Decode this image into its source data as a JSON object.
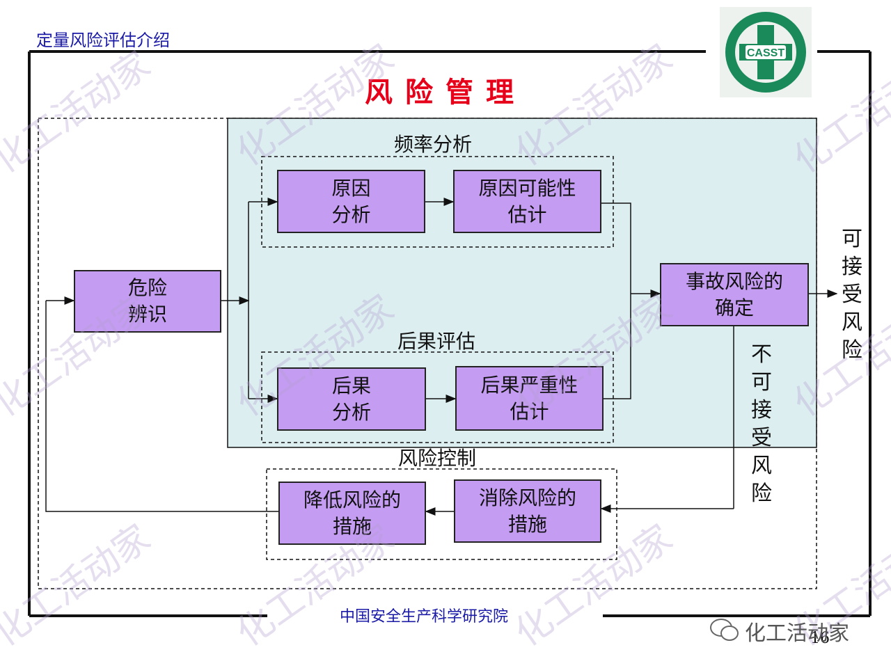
{
  "header": {
    "title": "定量风险评估介绍"
  },
  "main_title": "风险管理",
  "sections": {
    "frequency": "频率分析",
    "consequence": "后果评估",
    "control": "风险控制"
  },
  "boxes": {
    "hazard_id": "危险\n辨识",
    "cause_analysis": "原因\n分析",
    "cause_possibility": "原因可能性\n估计",
    "consequence_analysis": "后果\n分析",
    "consequence_severity": "后果严重性\n估计",
    "accident_risk": "事故风险的\n确定",
    "eliminate_risk": "消除风险的\n措施",
    "reduce_risk": "降低风险的\n措施"
  },
  "labels": {
    "acceptable": "可\n接\n受\n风\n险",
    "unacceptable": "不\n可\n接\n受\n风\n险"
  },
  "footer": {
    "org": "中国安全生产科学研究院",
    "page": "16"
  },
  "logo": {
    "text": "CASST"
  },
  "watermark": {
    "text": "化工活动家",
    "brand": "化工活动家"
  },
  "colors": {
    "box_fill": "#c49cf2",
    "panel_fill": "#dceef0",
    "title_red": "#e6001a",
    "header_blue": "#1a1aa6"
  }
}
